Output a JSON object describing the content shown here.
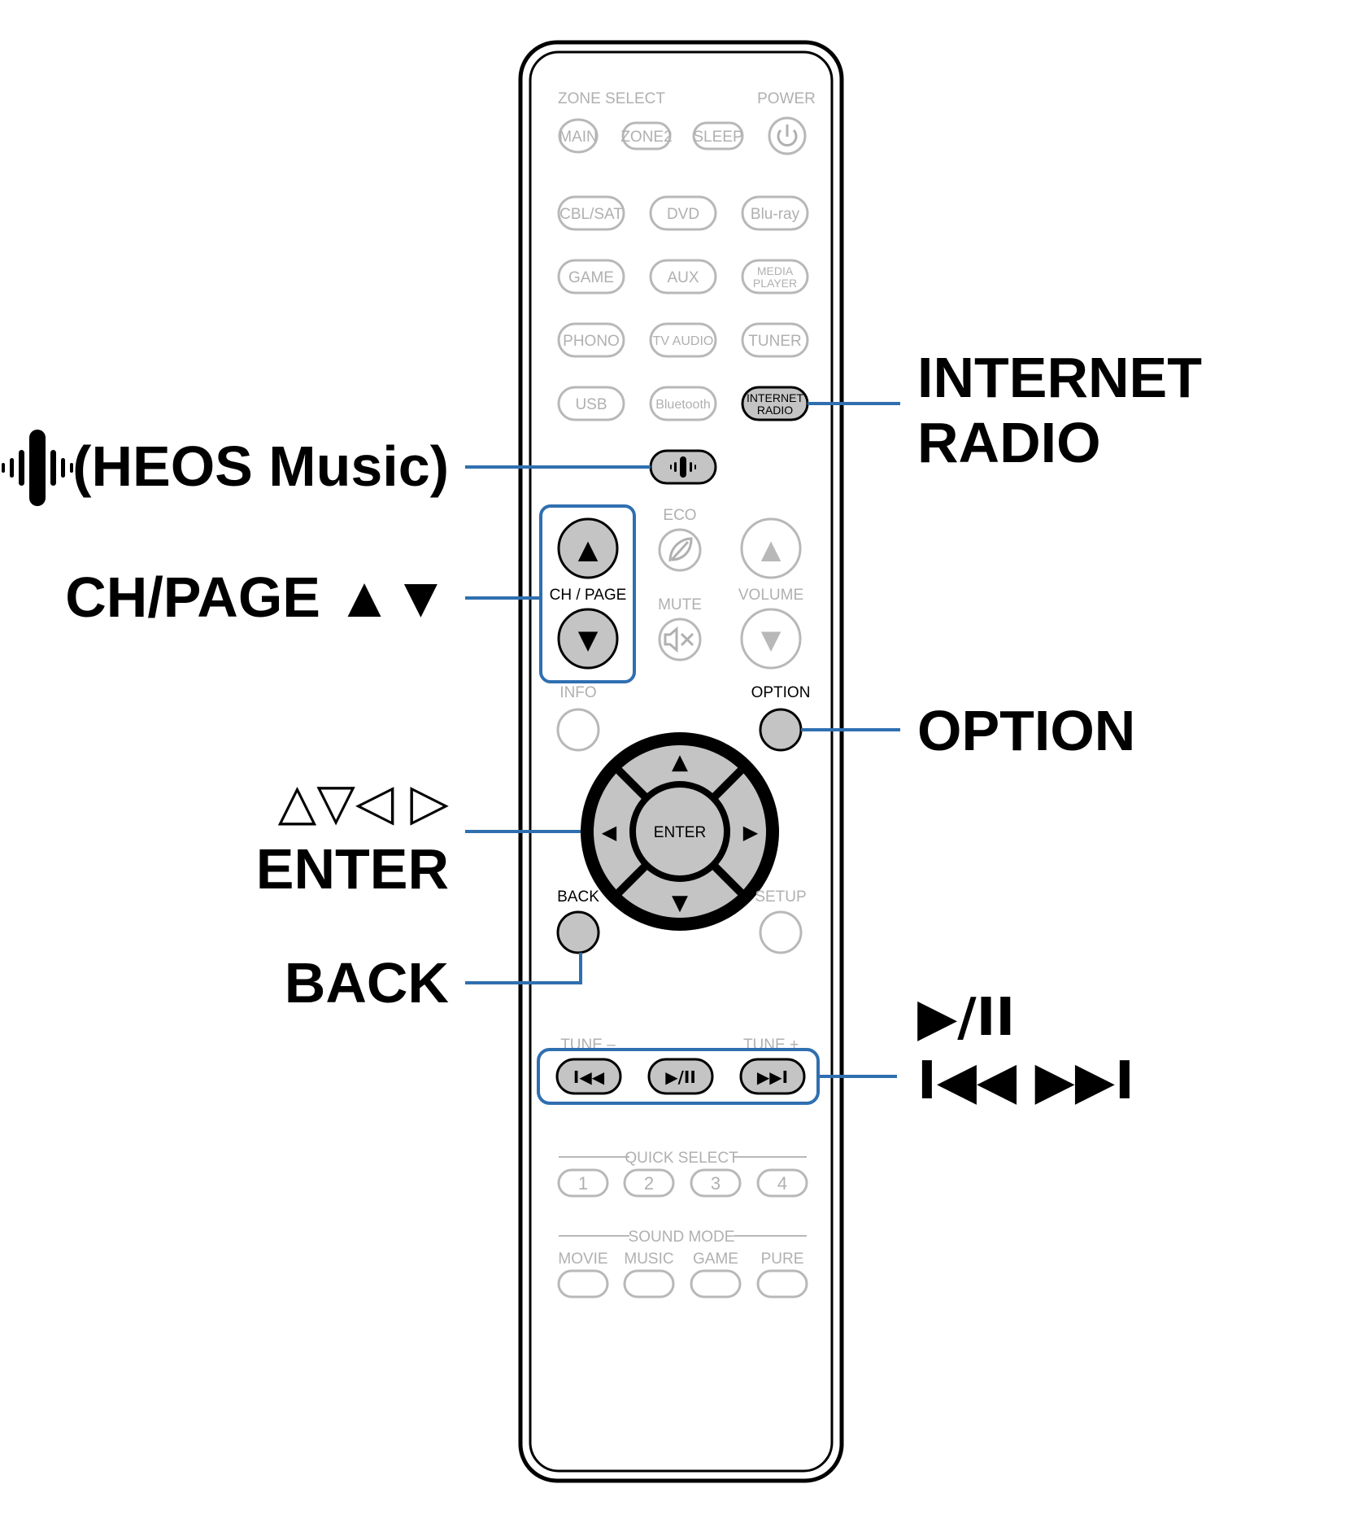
{
  "remote": {
    "zone_select_label": "ZONE SELECT",
    "power_label": "POWER",
    "main": "MAIN",
    "zone2": "ZONE2",
    "sleep": "SLEEP",
    "power_icon": "power-icon",
    "cbl_sat": "CBL/SAT",
    "dvd": "DVD",
    "bluray": "Blu-ray",
    "game": "GAME",
    "aux": "AUX",
    "media_line1": "MEDIA",
    "media_line2": "PLAYER",
    "phono": "PHONO",
    "tv_audio": "TV AUDIO",
    "tuner": "TUNER",
    "usb": "USB",
    "bluetooth": "Bluetooth",
    "internet_line1": "INTERNET",
    "internet_line2": "RADIO",
    "heos_icon": "heos-icon",
    "eco": "ECO",
    "eco_icon": "leaf-icon",
    "mute": "MUTE",
    "mute_icon": "speaker-mute-icon",
    "volume": "VOLUME",
    "ch_page": "CH / PAGE",
    "up_glyph": "▲",
    "down_glyph": "▼",
    "left_glyph": "◀",
    "right_glyph": "▶",
    "info": "INFO",
    "option": "OPTION",
    "enter": "ENTER",
    "back": "BACK",
    "setup": "SETUP",
    "tune_minus": "TUNE –",
    "tune_plus": "TUNE +",
    "prev_glyph": "I◀◀",
    "play_glyph": "▶/II",
    "next_glyph": "▶▶I",
    "quick_select": "QUICK SELECT",
    "qs": [
      "1",
      "2",
      "3",
      "4"
    ],
    "sound_mode": "SOUND MODE",
    "sound_modes": [
      "MOVIE",
      "MUSIC",
      "GAME",
      "PURE"
    ]
  },
  "callouts": {
    "internet_radio_line1": "INTERNET",
    "internet_radio_line2": "RADIO",
    "heos_music": "(HEOS Music)",
    "heos_icon": "heos-icon",
    "ch_page": "CH/PAGE ▲▼",
    "cursor_glyphs": "△▽◁ ▷",
    "enter": "ENTER",
    "back": "BACK",
    "option": "OPTION",
    "play_pause": "▶/II",
    "skip": "I◀◀ ▶▶I"
  },
  "colors": {
    "accent": "#2f6fb0",
    "active_button": "#c4c4c4",
    "inactive": "#b0b0b0"
  }
}
